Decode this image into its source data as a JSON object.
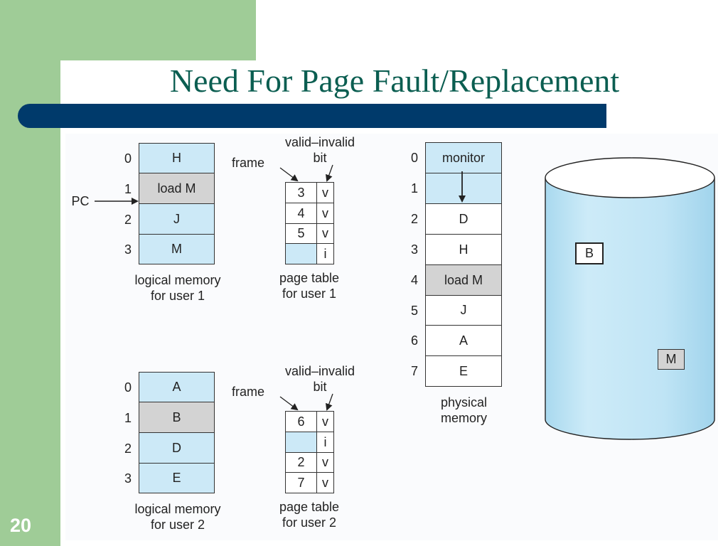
{
  "slide": {
    "title": "Need For Page Fault/Replacement",
    "number": "20"
  },
  "user1": {
    "logical_memory": {
      "indices": [
        "0",
        "1",
        "2",
        "3"
      ],
      "cells": [
        "H",
        "load M",
        "J",
        "M"
      ],
      "caption_line1": "logical memory",
      "caption_line2": "for user 1",
      "pc_label": "PC"
    },
    "page_table": {
      "header_line1": "valid–invalid",
      "header_line2": "bit",
      "frame_label": "frame",
      "frames": [
        "3",
        "4",
        "5",
        ""
      ],
      "bits": [
        "v",
        "v",
        "v",
        "i"
      ],
      "caption_line1": "page table",
      "caption_line2": "for user 1"
    }
  },
  "user2": {
    "logical_memory": {
      "indices": [
        "0",
        "1",
        "2",
        "3"
      ],
      "cells": [
        "A",
        "B",
        "D",
        "E"
      ],
      "caption_line1": "logical memory",
      "caption_line2": "for user 2"
    },
    "page_table": {
      "header_line1": "valid–invalid",
      "header_line2": "bit",
      "frame_label": "frame",
      "frames": [
        "6",
        "",
        "2",
        "7"
      ],
      "bits": [
        "v",
        "i",
        "v",
        "v"
      ],
      "caption_line1": "page table",
      "caption_line2": "for user 2"
    }
  },
  "physical_memory": {
    "indices": [
      "0",
      "1",
      "2",
      "3",
      "4",
      "5",
      "6",
      "7"
    ],
    "cells": [
      "monitor",
      "",
      "D",
      "H",
      "load M",
      "J",
      "A",
      "E"
    ],
    "caption_line1": "physical",
    "caption_line2": "memory"
  },
  "disk": {
    "items": [
      "B",
      "M"
    ]
  },
  "colors": {
    "title": "#0b5e51",
    "bar": "#003a6b",
    "green": "#9fcc97",
    "cell_blue": "#cce9f7",
    "cell_grey": "#d3d3d3",
    "disk": "#c5e8f7"
  }
}
